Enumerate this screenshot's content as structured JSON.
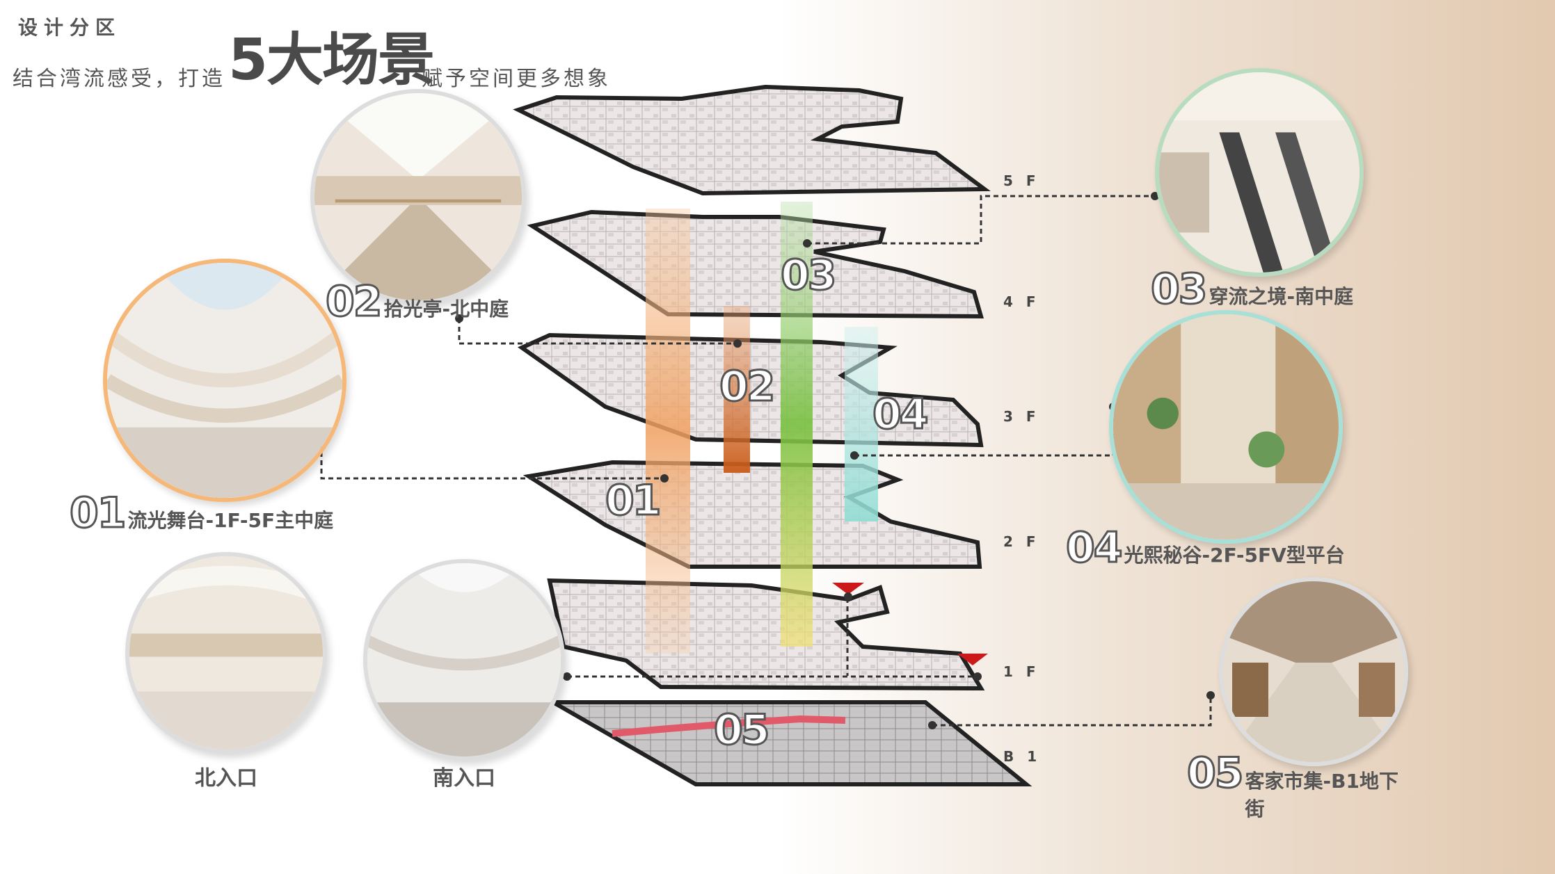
{
  "header": {
    "section_title": "设计分区",
    "tagline_pre": "结合湾流感受，打造",
    "tagline_big": "5大场景",
    "tagline_post": "赋予空间更多想象"
  },
  "floors": [
    "5 F",
    "4 F",
    "3 F",
    "2 F",
    "1 F",
    "B 1"
  ],
  "zones": [
    {
      "num": "01",
      "label": "流光舞台-1F-5F主中庭",
      "color": "#f0a060"
    },
    {
      "num": "02",
      "label": "拾光亭-北中庭",
      "color": "#d06a2a"
    },
    {
      "num": "03",
      "label": "穿流之境-南中庭",
      "color": "#8ccc5a"
    },
    {
      "num": "04",
      "label": "光熙秘谷-2F-5FV型平台",
      "color": "#a8e0dc"
    },
    {
      "num": "05",
      "label": "客家市集-B1地下街",
      "color": "#e06070"
    }
  ],
  "entrances": [
    {
      "label": "北入口"
    },
    {
      "label": "南入口"
    }
  ],
  "colors": {
    "zone01_ring": "#f5b878",
    "zone03_ring": "#b8dcc0",
    "zone04_ring": "#a8e0d8",
    "marker": "#cc1a1a",
    "text": "#555555"
  }
}
